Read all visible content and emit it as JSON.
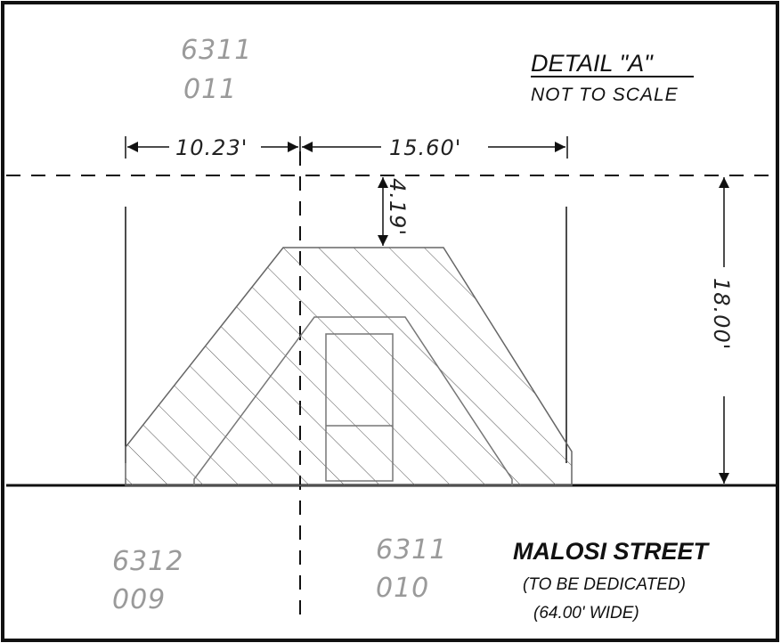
{
  "detail": {
    "title": "DETAIL \"A\"",
    "subtitle": "NOT TO SCALE"
  },
  "parcels": {
    "top_left": {
      "book": "6311",
      "lot": "011"
    },
    "bottom_left": {
      "book": "6312",
      "lot": "009"
    },
    "bottom_right": {
      "book": "6311",
      "lot": "010"
    }
  },
  "dimensions": {
    "left_width": "10.23'",
    "right_width": "15.60'",
    "offset": "4.19'",
    "height": "18.00'"
  },
  "street": {
    "name": "MALOSI STREET",
    "status": "(TO BE DEDICATED)",
    "width": "(64.00' WIDE)"
  }
}
